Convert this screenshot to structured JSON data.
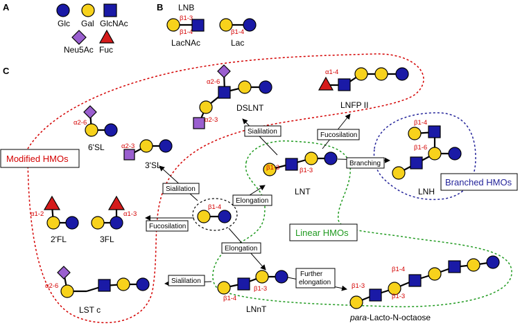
{
  "panels": {
    "a": "A",
    "b": "B",
    "c": "C"
  },
  "legend": {
    "glc": "Glc",
    "gal": "Gal",
    "glcnac": "GlcNAc",
    "neu5ac": "Neu5Ac",
    "fuc": "Fuc"
  },
  "colors": {
    "glc": "#1a1aa6",
    "gal": "#f7d21c",
    "glcnac": "#1a1aa6",
    "neu5ac": "#9a5fcf",
    "fuc": "#d51b1b",
    "modified_border": "#d40000",
    "linear_border": "#1f9a1f",
    "branched_border": "#24249a"
  },
  "panel_b": {
    "lnb": "LNB",
    "lnb_link": "β1-3",
    "lacnac_link": "β1-4",
    "lacnac": "LacNAc",
    "lac_link": "β1-4",
    "lac": "Lac"
  },
  "groups": {
    "modified": "Modified HMOs",
    "linear": "Linear HMOs",
    "branched": "Branched HMOs"
  },
  "molecules": {
    "dslnt": {
      "name": "DSLNT",
      "link1": "α2-6",
      "link2": "α2-3"
    },
    "lnfp2": {
      "name": "LNFP II",
      "link1": "α1-4"
    },
    "sl6": {
      "name": "6'SL",
      "link1": "α2-6"
    },
    "sl3": {
      "name": "3'SL",
      "link1": "α2-3"
    },
    "lnt": {
      "name": "LNT",
      "link1": "β1-3",
      "link2": "β1-3"
    },
    "lnh": {
      "name": "LNH",
      "link1": "β1-4",
      "link2": "β1-6"
    },
    "lac_center": {
      "link1": "β1-4"
    },
    "fl2": {
      "name": "2'FL",
      "link1": "α1-2"
    },
    "fl3": {
      "name": "3FL",
      "link1": "α1-3"
    },
    "lstc": {
      "name": "LST c",
      "link1": "α2-6"
    },
    "lnnt": {
      "name": "LNnT",
      "link1": "β1-4",
      "link2": "β1-3"
    },
    "plno": {
      "name_italic": "para",
      "name_rest": "-Lacto-N-octaose",
      "link1": "β1-3",
      "link2": "β1-4",
      "link3": "β1-3"
    }
  },
  "steps": {
    "sialilation_dslnt": "Sialilation",
    "fucosilation_lnfp": "Fucosilation",
    "branching": "Branching",
    "sialilation_sl": "Sialilation",
    "elongation_lnt": "Elongation",
    "fucosilation_fl": "Fucosilation",
    "elongation_lnnt": "Elongation",
    "sialilation_lstc": "Sialilation",
    "further_elongation_1": "Further",
    "further_elongation_2": "elongation"
  }
}
